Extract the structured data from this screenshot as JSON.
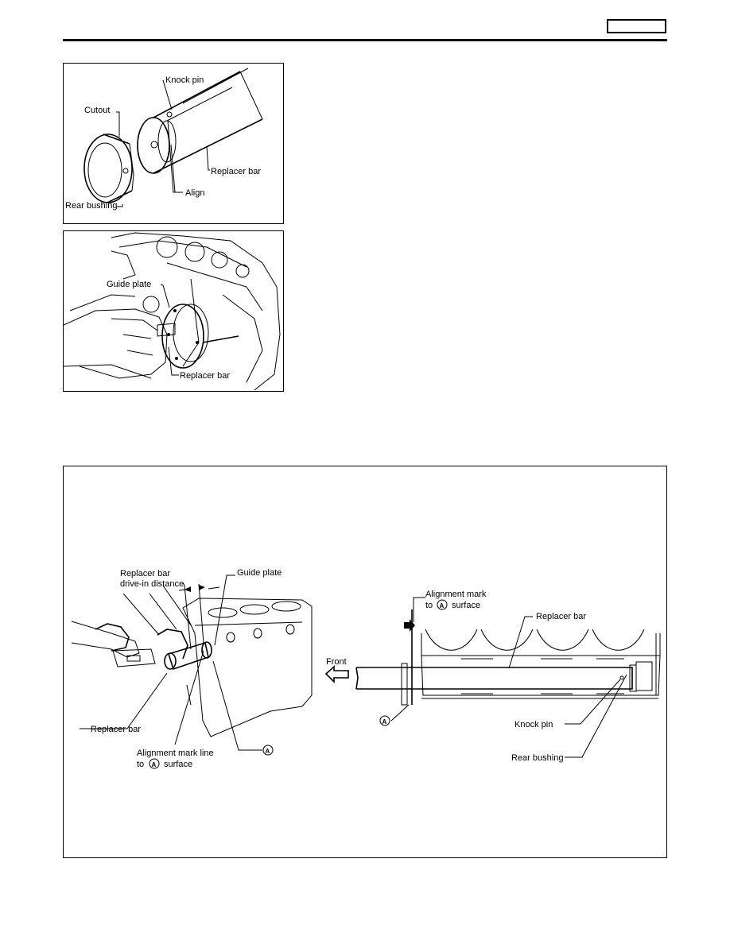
{
  "header": {
    "section_code": ""
  },
  "figure1": {
    "labels": {
      "knock_pin": "Knock pin",
      "cutout": "Cutout",
      "replacer_bar": "Replacer bar",
      "align": "Align",
      "rear_bushing": "Rear bushing"
    }
  },
  "figure2": {
    "labels": {
      "guide_plate": "Guide plate",
      "replacer_bar": "Replacer bar"
    }
  },
  "figure3": {
    "left": {
      "drive_in_line1": "Replacer bar",
      "drive_in_line2": "drive-in distance",
      "guide_plate": "Guide plate",
      "replacer_bar": "Replacer bar",
      "alignment_line1": "Alignment mark line",
      "alignment_line2_pre": "to",
      "alignment_line2_post": "surface",
      "marker_a": "A"
    },
    "right": {
      "alignment_line1": "Alignment mark",
      "alignment_line2_pre": "to",
      "alignment_line2_post": "surface",
      "replacer_bar": "Replacer bar",
      "front": "Front",
      "marker_a": "A",
      "knock_pin": "Knock pin",
      "rear_bushing": "Rear bushing"
    }
  }
}
